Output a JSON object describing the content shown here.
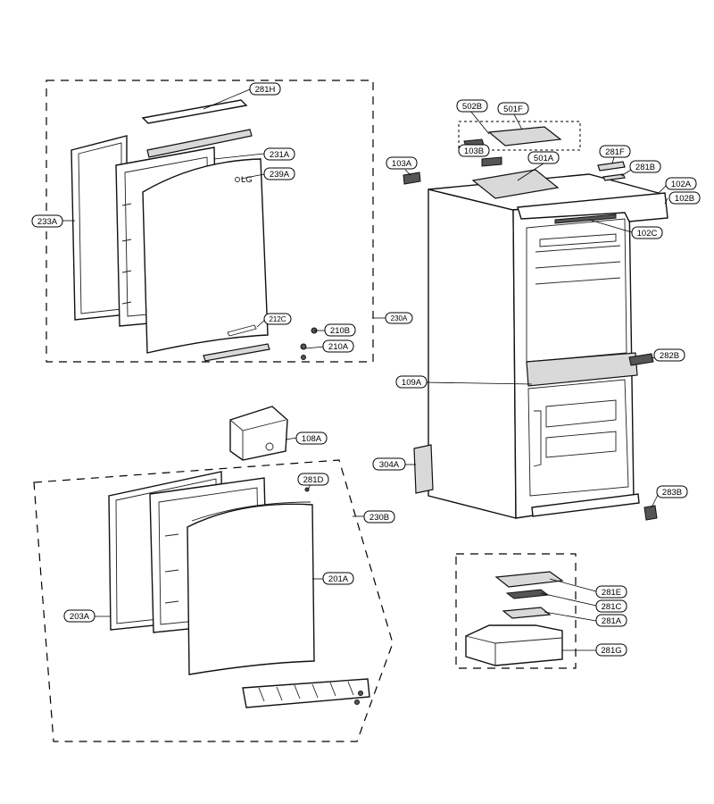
{
  "callouts": {
    "c281H": "281H",
    "c231A": "231A",
    "c239A": "239A",
    "c233A": "233A",
    "c212C": "212C",
    "c210B": "210B",
    "c210A": "210A",
    "c230A": "230A",
    "c502B": "502B",
    "c501F": "501F",
    "c103A": "103A",
    "c103B": "103B",
    "c501A": "501A",
    "c281F": "281F",
    "c281B": "281B",
    "c102A": "102A",
    "c102B": "102B",
    "c102C": "102C",
    "c282B": "282B",
    "c109A": "109A",
    "c108A": "108A",
    "c281D": "281D",
    "c230B": "230B",
    "c304A": "304A",
    "c283B": "283B",
    "c201A": "201A",
    "c203A": "203A",
    "c281E": "281E",
    "c281C": "281C",
    "c281A": "281A",
    "c281G": "281G"
  },
  "brand_mark": "LG"
}
